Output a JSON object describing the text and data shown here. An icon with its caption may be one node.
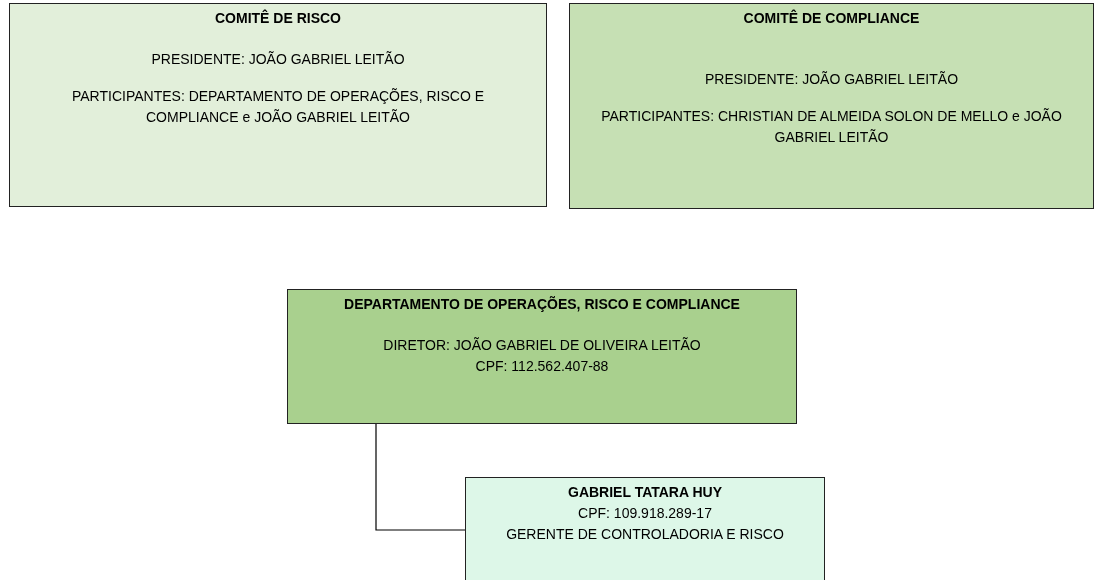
{
  "diagram": {
    "nodes": [
      {
        "text": [
          "COMITÊ DE RISCO",
          "PRESIDENTE: JOÃO GABRIEL LEITÃO",
          "PARTICIPANTES: DEPARTAMENTO DE OPERAÇÕES, RISCO E COMPLIANCE e JOÃO GABRIEL LEITÃO"
        ]
      },
      {
        "text": [
          "COMITÊ DE COMPLIANCE",
          "PRESIDENTE: JOÃO GABRIEL LEITÃO",
          "PARTICIPANTES: CHRISTIAN DE ALMEIDA SOLON DE MELLO e JOÃO GABRIEL LEITÃO"
        ]
      },
      {
        "text": [
          "DEPARTAMENTO DE OPERAÇÕES, RISCO E COMPLIANCE",
          "DIRETOR: JOÃO GABRIEL DE OLIVEIRA LEITÃO",
          "CPF: 112.562.407-88"
        ]
      },
      {
        "text": [
          "GABRIEL TATARA HUY",
          "CPF: 109.918.289-17",
          "GERENTE DE CONTROLADORIA E RISCO"
        ]
      }
    ],
    "edges": [
      {
        "from": 2,
        "to": 3,
        "arrow": "none"
      }
    ]
  }
}
